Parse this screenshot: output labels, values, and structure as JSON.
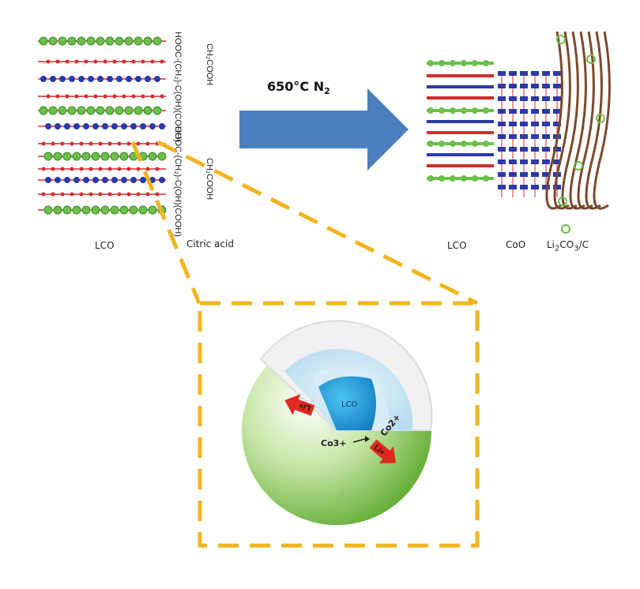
{
  "reaction": {
    "condition_temp": "650°C N",
    "condition_sub": "2"
  },
  "left": {
    "structure_label": "LCO",
    "reagent_label": "Citric acid",
    "citric_formula_top": [
      "HOOC",
      "HO",
      "COOH",
      "CH2COOH",
      "HOOC"
    ],
    "citric_formula_bottom": [
      "HOOC",
      "HO",
      "COOH",
      "CH2COOH",
      "HOOC"
    ]
  },
  "right": {
    "labels": [
      "LCO",
      "CoO",
      "Li2CO3/C"
    ]
  },
  "inset": {
    "core_label": "LCO",
    "ion_out_1": "Li+",
    "ion_out_2": "Li+",
    "co_from": "Co3+",
    "co_to": "Co2+"
  },
  "colors": {
    "arrow": "#4a7fbf",
    "dashed": "#f2b41e",
    "red_atom": "#d62b2b",
    "green_atom": "#6cbf4a",
    "blue_atom": "#2a3aa8",
    "brown_carbon": "#7a4a2a",
    "shell_green": "#7dbf3c",
    "core_blue": "#2ea0dc"
  }
}
